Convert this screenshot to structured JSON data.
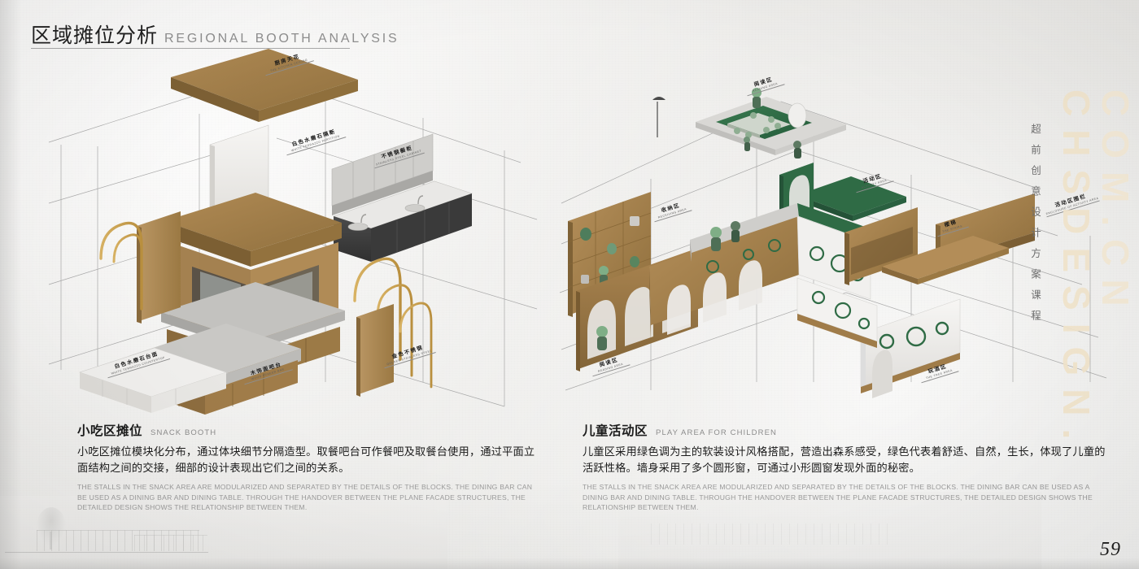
{
  "header": {
    "title_cn": "区域摊位分析",
    "title_en": "REGIONAL BOOTH ANALYSIS"
  },
  "watermark": {
    "line1": "CHSDESIGN.",
    "line2": "COM.CN",
    "vertical_cn": "超前创意设计方案课程"
  },
  "page_number": "59",
  "captions": [
    {
      "cn_title": "小吃区摊位",
      "en_title": "SNACK BOOTH",
      "cn_body": "小吃区摊位模块化分布，通过体块细节分隔造型。取餐吧台可作餐吧及取餐台使用，通过平面立面结构之间的交接，细部的设计表现出它们之间的关系。",
      "en_body": "THE STALLS IN THE SNACK AREA ARE MODULARIZED AND SEPARATED BY THE DETAILS OF THE BLOCKS. THE DINING BAR CAN BE USED AS A DINING BAR AND DINING TABLE. THROUGH THE HANDOVER BETWEEN THE PLANE FACADE STRUCTURES, THE DETAILED DESIGN SHOWS THE RELATIONSHIP BETWEEN THEM."
    },
    {
      "cn_title": "儿童活动区",
      "en_title": "PLAY AREA FOR CHILDREN",
      "cn_body": "儿童区采用绿色调为主的软装设计风格搭配，营造出森系感受，绿色代表着舒适、自然，生长，体现了儿童的活跃性格。墙身采用了多个圆形窗，可通过小形圆窗发现外面的秘密。",
      "en_body": "THE STALLS IN THE SNACK AREA ARE MODULARIZED AND SEPARATED BY THE DETAILS OF THE BLOCKS. THE DINING BAR CAN BE USED AS A DINING BAR AND DINING TABLE. THROUGH THE HANDOVER BETWEEN THE PLANE FACADE STRUCTURES, THE DETAILED DESIGN SHOWS THE RELATIONSHIP BETWEEN THEM."
    }
  ],
  "left_diagram_labels": [
    {
      "cn": "厨房天花",
      "en": "THE KITCHEN CEILING"
    },
    {
      "cn": "白色水磨石隔断",
      "en": "WHITE TERRAZZO PARTITION"
    },
    {
      "cn": "不锈钢橱柜",
      "en": "STAINLESS STEEL CABINET"
    },
    {
      "cn": "白色水磨石台面",
      "en": "WHITE TERRAZZO COUNTERTOP"
    },
    {
      "cn": "木饰面吧台",
      "en": "WOOD VENEER BAR"
    },
    {
      "cn": "金色不锈钢",
      "en": "GOLDEN STAINLESS STEEL"
    }
  ],
  "right_diagram_labels": [
    {
      "cn": "阅读区",
      "en": "READING AREA"
    },
    {
      "cn": "收纳区",
      "en": "RECEIVING AREA"
    },
    {
      "cn": "阅读区",
      "en": "READING AREA"
    },
    {
      "cn": "活动区",
      "en": "ACTIVITY AREA"
    },
    {
      "cn": "楼梯",
      "en": "THE STAIRS"
    },
    {
      "cn": "活动区围栏",
      "en": "ENCLOSURE OF ACTIVITY AREA"
    },
    {
      "cn": "玩酒区",
      "en": "THE TREE AREA"
    }
  ],
  "colors": {
    "wood": "#a07c49",
    "wood_dark": "#8a6a3c",
    "wood_light": "#b79463",
    "green": "#2f6b45",
    "green_light": "#4a8a5e",
    "white_panel": "#f2f1ef",
    "grey_panel": "#3e3e3e",
    "gold": "#c8a04a",
    "accent_watermark": "#f3e6cd",
    "paper": "#edecea"
  }
}
